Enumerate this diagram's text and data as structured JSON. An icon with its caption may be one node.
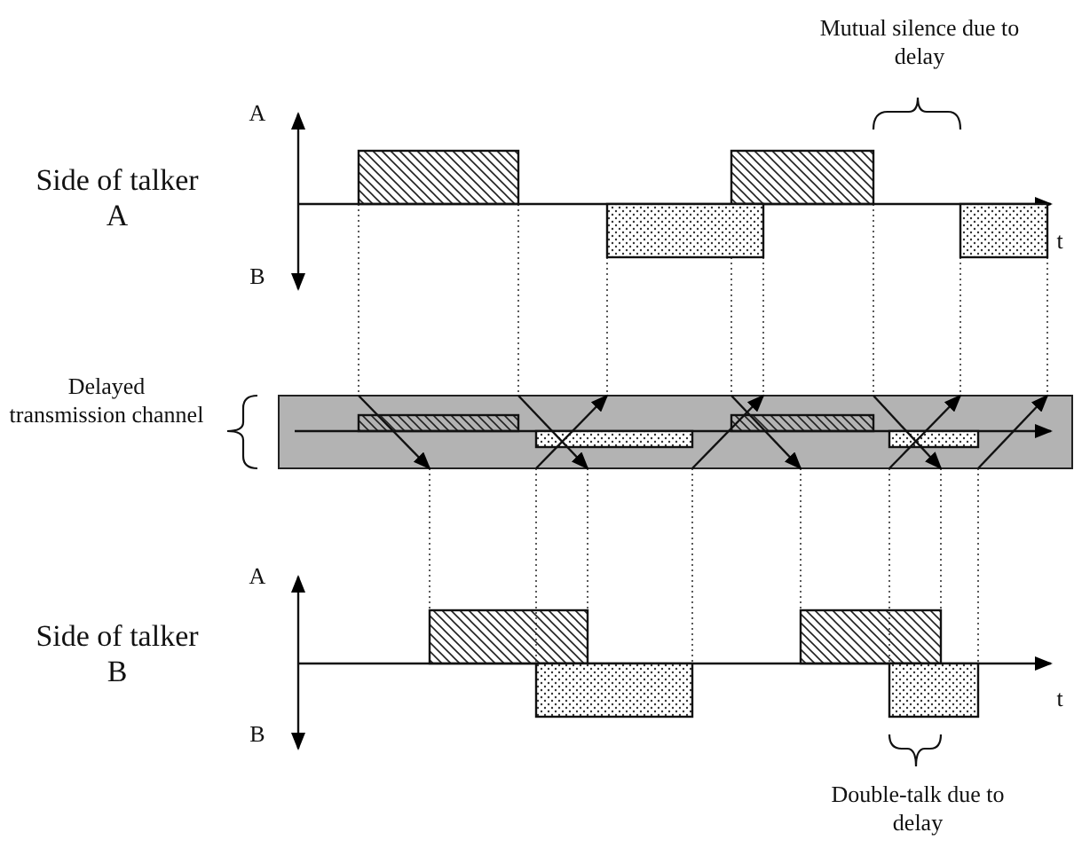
{
  "diagram": {
    "labels": [
      "Mutual silence due to delay",
      "A",
      "Side of talker A",
      "B",
      "t",
      "Delayed transmission channel",
      "A",
      "Side of talker B",
      "t",
      "B",
      "Double-talk due to delay"
    ]
  }
}
